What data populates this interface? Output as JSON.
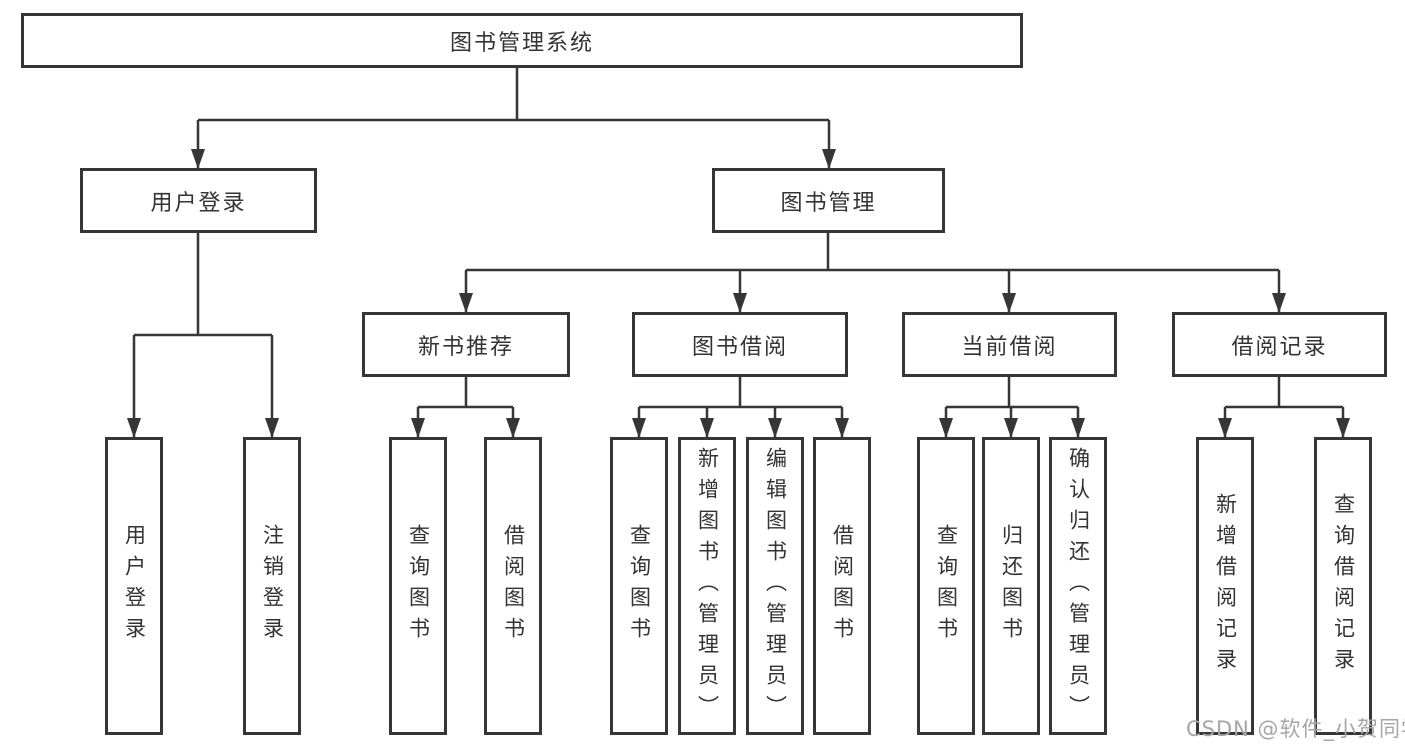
{
  "diagram_type": "functional-structure-tree",
  "tree": {
    "root": {
      "label": "图书管理系统"
    },
    "branches": [
      {
        "label": "用户登录",
        "children": [
          {
            "label": "用户登录"
          },
          {
            "label": "注销登录"
          }
        ]
      },
      {
        "label": "图书管理",
        "children": [
          {
            "label": "新书推荐",
            "children": [
              {
                "label": "查询图书"
              },
              {
                "label": "借阅图书"
              }
            ]
          },
          {
            "label": "图书借阅",
            "children": [
              {
                "label": "查询图书"
              },
              {
                "label": "新增图书（管理员）"
              },
              {
                "label": "编辑图书（管理员）"
              },
              {
                "label": "借阅图书"
              }
            ]
          },
          {
            "label": "当前借阅",
            "children": [
              {
                "label": "查询图书"
              },
              {
                "label": "归还图书"
              },
              {
                "label": "确认归还（管理员）"
              }
            ]
          },
          {
            "label": "借阅记录",
            "children": [
              {
                "label": "新增借阅记录"
              },
              {
                "label": "查询借阅记录"
              }
            ]
          }
        ]
      }
    ]
  },
  "watermark": {
    "text": "CSDN @软件_小贺同学"
  },
  "colors": {
    "line": "#363636",
    "box_border": "#363636",
    "text": "#333333",
    "watermark": "#a6a6a6",
    "background": "#ffffff"
  }
}
